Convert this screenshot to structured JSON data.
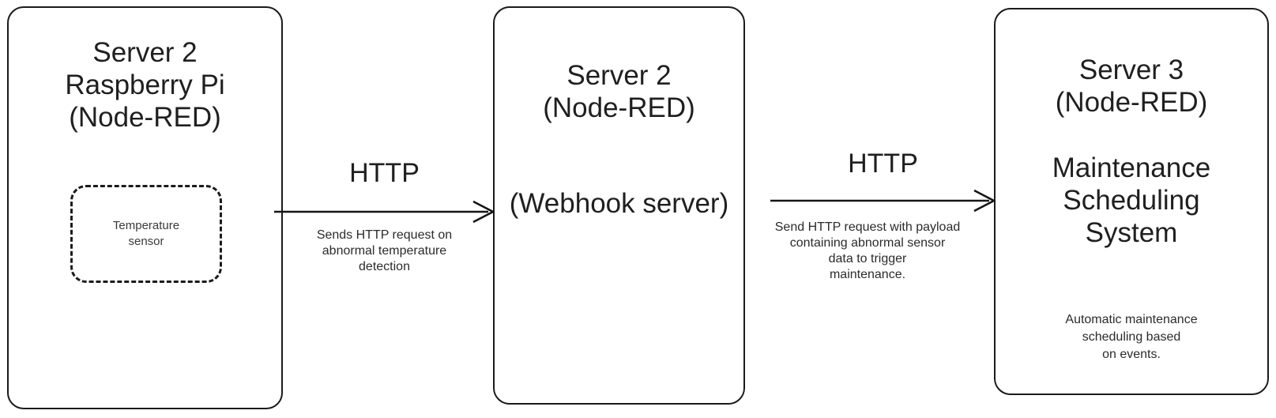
{
  "diagram": {
    "type": "flow-diagram",
    "background_color": "#ffffff",
    "stroke_color": "#1b1b1b",
    "text_color": "#1f1f1f",
    "nodes": [
      {
        "id": "server-2-raspberry-pi",
        "title": "Server 2\nRaspberry Pi\n(Node-RED)",
        "inner": {
          "id": "temperature-sensor",
          "label": "Temperature\nsensor",
          "border_style": "dashed"
        }
      },
      {
        "id": "server-2-webhook",
        "title": "Server 2\n(Node-RED)",
        "subtitle": "(Webhook server)"
      },
      {
        "id": "server-3-maintenance",
        "title": "Server 3\n(Node-RED)",
        "subtitle": "Maintenance\nScheduling\nSystem",
        "caption": "Automatic maintenance\nscheduling based\non events."
      }
    ],
    "edges": [
      {
        "id": "edge-rpi-to-webhook",
        "label": "HTTP",
        "caption": "Sends HTTP request on\nabnormal temperature\ndetection",
        "direction": "right"
      },
      {
        "id": "edge-webhook-to-maintenance",
        "label": "HTTP",
        "caption": "Send HTTP request with payload\ncontaining abnormal sensor\ndata to trigger\nmaintenance.",
        "direction": "right"
      }
    ]
  }
}
